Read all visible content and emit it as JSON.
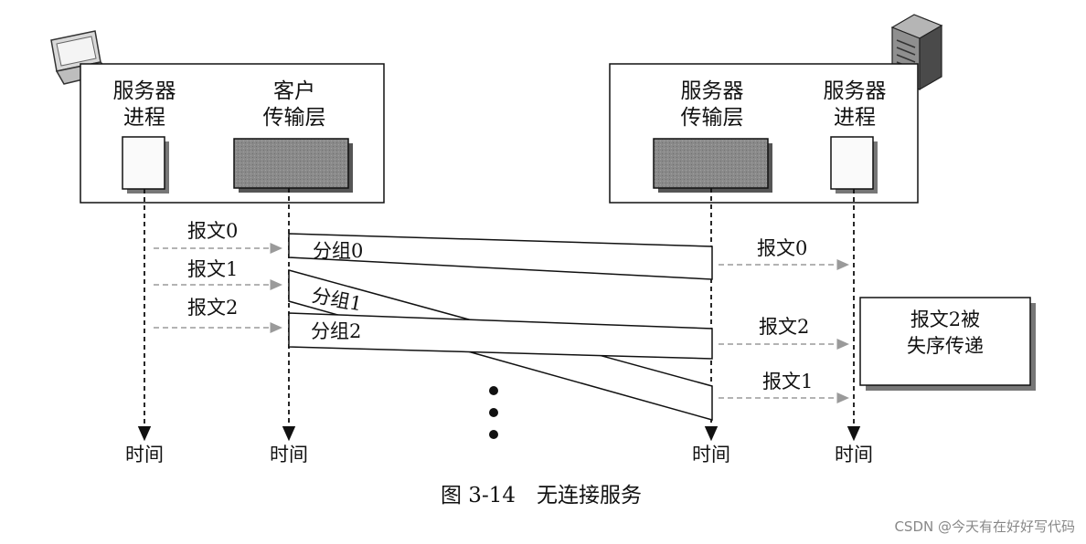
{
  "left_host": {
    "process_label": [
      "服务器",
      "进程"
    ],
    "transport_label": [
      "客户",
      "传输层"
    ],
    "icon": "laptop-icon"
  },
  "right_host": {
    "transport_label": [
      "服务器",
      "传输层"
    ],
    "process_label": [
      "服务器",
      "进程"
    ],
    "icon": "server-tower-icon"
  },
  "sent_messages": [
    "报文0",
    "报文1",
    "报文2"
  ],
  "packets": [
    "分组0",
    "分组1",
    "分组2"
  ],
  "received_messages": [
    "报文0",
    "报文2",
    "报文1"
  ],
  "note": [
    "报文2被",
    "失序传递"
  ],
  "time_label": "时间",
  "caption": "图 3-14　无连接服务",
  "watermark": "CSDN @今天有在好好写代码",
  "colors": {
    "ink": "#111111",
    "transport_fill": "#8a8a8a",
    "dashed_arrow": "#9a9a9a"
  }
}
